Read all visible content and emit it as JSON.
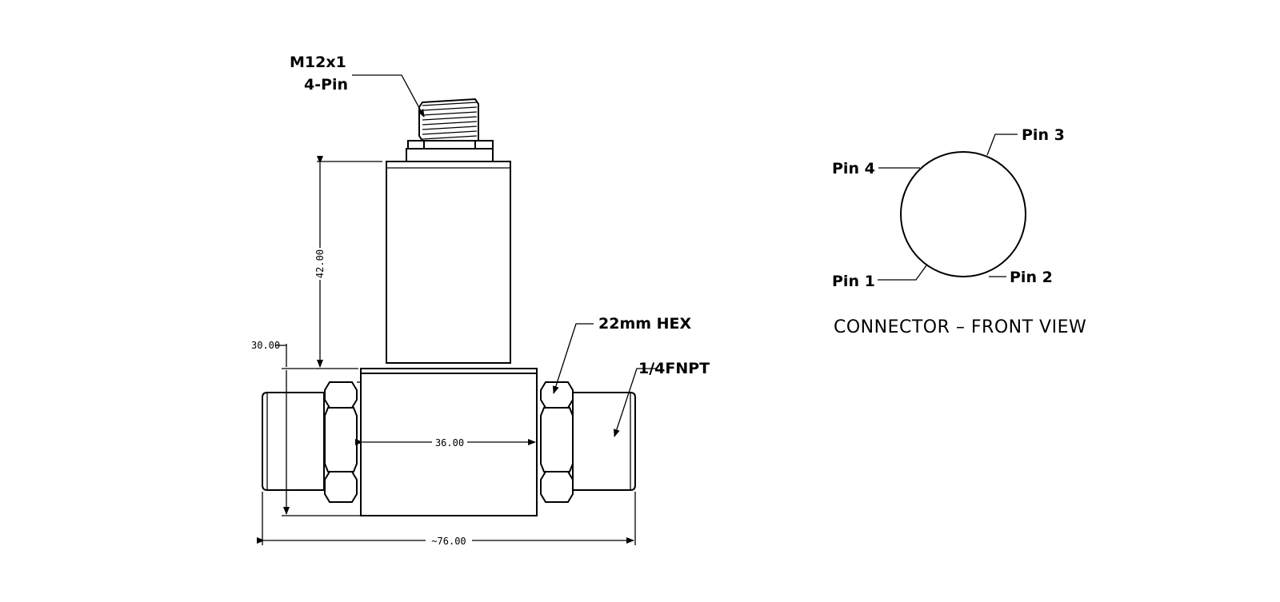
{
  "labels": {
    "connector_type": "M12x1",
    "connector_pins": "4-Pin",
    "hex": "22mm HEX",
    "thread": "1/4FNPT",
    "pin1": "Pin 1",
    "pin2": "Pin 2",
    "pin3": "Pin 3",
    "pin4": "Pin 4",
    "caption": "CONNECTOR – FRONT VIEW"
  },
  "dimensions": {
    "body_height": "42.00",
    "block_height": "30.00",
    "block_width": "36.00",
    "total_length": "~76.00"
  }
}
